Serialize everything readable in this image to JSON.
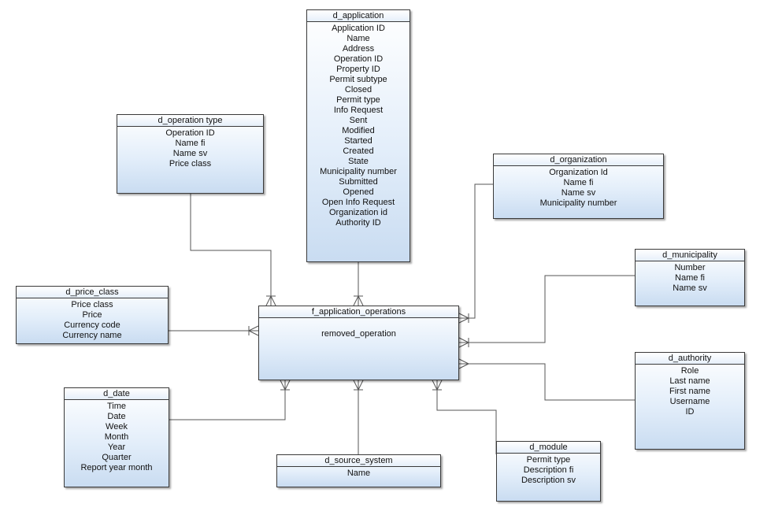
{
  "entities": {
    "d_application": {
      "name": "d_application",
      "attributes": [
        "Application ID",
        "Name",
        "Address",
        "Operation ID",
        "Property ID",
        "Permit subtype",
        "Closed",
        "Permit type",
        "Info Request",
        "Sent",
        "Modified",
        "Started",
        "Created",
        "State",
        "Municipality number",
        "Submitted",
        "Opened",
        "Open Info Request",
        "Organization id",
        "Authority ID"
      ]
    },
    "d_operation_type": {
      "name": "d_operation type",
      "attributes": [
        "Operation ID",
        "Name fi",
        "Name sv",
        "Price class"
      ]
    },
    "d_organization": {
      "name": "d_organization",
      "attributes": [
        "Organization Id",
        "Name fi",
        "Name sv",
        "Municipality number"
      ]
    },
    "d_municipality": {
      "name": "d_municipality",
      "attributes": [
        "Number",
        "Name fi",
        "Name sv"
      ]
    },
    "d_price_class": {
      "name": "d_price_class",
      "attributes": [
        "Price class",
        "Price",
        "Currency code",
        "Currency name"
      ]
    },
    "f_application_operations": {
      "name": "f_application_operations",
      "attributes": [
        "removed_operation"
      ]
    },
    "d_authority": {
      "name": "d_authority",
      "attributes": [
        "Role",
        "Last name",
        "First name",
        "Username",
        "ID"
      ]
    },
    "d_date": {
      "name": "d_date",
      "attributes": [
        "Time",
        "Date",
        "Week",
        "Month",
        "Year",
        "Quarter",
        "Report year month"
      ]
    },
    "d_source_system": {
      "name": "d_source_system",
      "attributes": [
        "Name"
      ]
    },
    "d_module": {
      "name": "d_module",
      "attributes": [
        "Permit type",
        "Description fi",
        "Description sv"
      ]
    }
  },
  "colors": {
    "border": "#3a3a3a",
    "line": "#555555",
    "fill_top": "#ffffff",
    "fill_bottom": "#c9dcf1"
  }
}
